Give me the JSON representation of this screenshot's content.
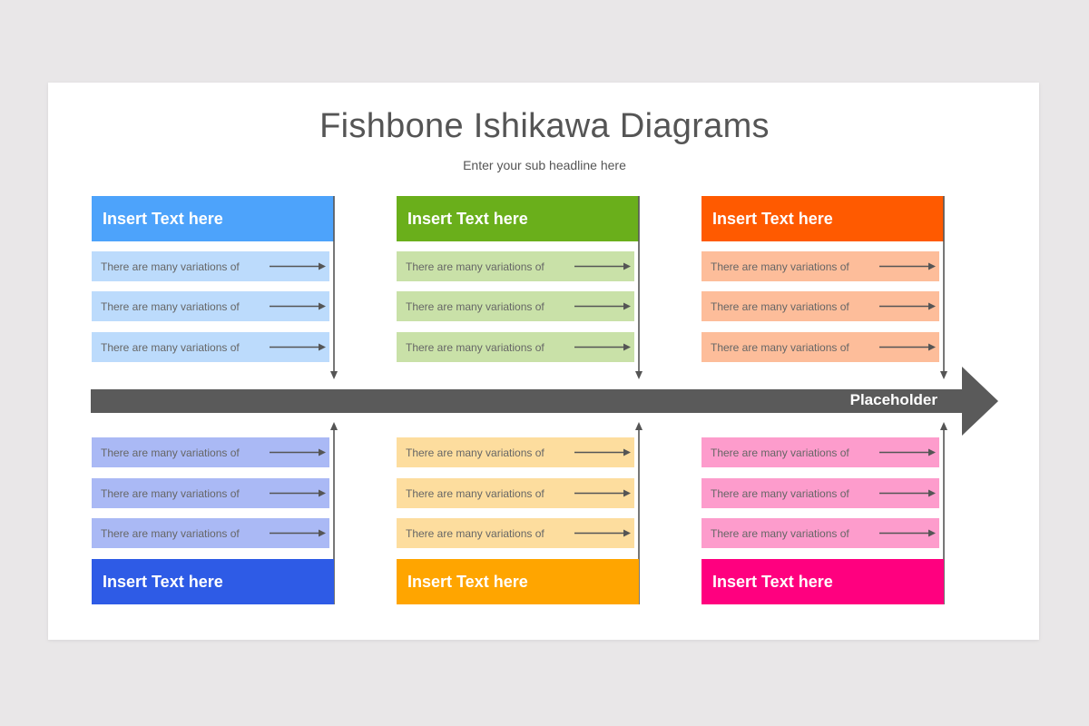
{
  "title": "Fishbone Ishikawa Diagrams",
  "subtitle": "Enter your sub headline here",
  "spine_label": "Placeholder",
  "colors": {
    "spine": "#5a5a5a",
    "arrow": "#555555"
  },
  "top_groups": [
    {
      "header": "Insert Text here",
      "header_color": "#4da3fb",
      "row_color": "#bcdbfc",
      "rows": [
        "There are many variations of",
        "There are many variations of",
        "There are many variations of"
      ]
    },
    {
      "header": "Insert Text here",
      "header_color": "#6aaf1b",
      "row_color": "#c9e1a8",
      "rows": [
        "There are many variations of",
        "There are many variations of",
        "There are many variations of"
      ]
    },
    {
      "header": "Insert Text here",
      "header_color": "#ff5a00",
      "row_color": "#fdbd9a",
      "rows": [
        "There are many variations of",
        "There are many variations of",
        "There are many variations of"
      ]
    }
  ],
  "bottom_groups": [
    {
      "header": "Insert Text here",
      "header_color": "#2e5be6",
      "row_color": "#aab9f5",
      "rows": [
        "There are many variations of",
        "There are many variations of",
        "There are many variations of"
      ]
    },
    {
      "header": "Insert Text here",
      "header_color": "#ffa500",
      "row_color": "#fddd9e",
      "rows": [
        "There are many variations of",
        "There are many variations of",
        "There are many variations of"
      ]
    },
    {
      "header": "Insert Text here",
      "header_color": "#ff007f",
      "row_color": "#fd9ccc",
      "rows": [
        "There are many variations of",
        "There are many variations of",
        "There are many variations of"
      ]
    }
  ]
}
